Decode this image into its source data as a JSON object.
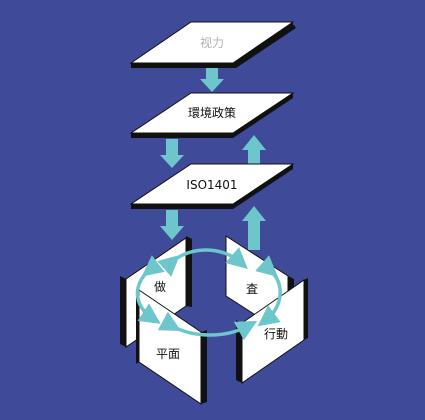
{
  "colors": {
    "background": "#3f4b99",
    "plane_fill": "#ffffff",
    "plane_edge": "#111111",
    "arrow": "#6cc6cc"
  },
  "layers": {
    "top": "视力",
    "middle": "環境政策",
    "bottom": "ISO1401"
  },
  "cycle": {
    "do": "做",
    "check": "査",
    "act": "行動",
    "plan": "平面"
  }
}
